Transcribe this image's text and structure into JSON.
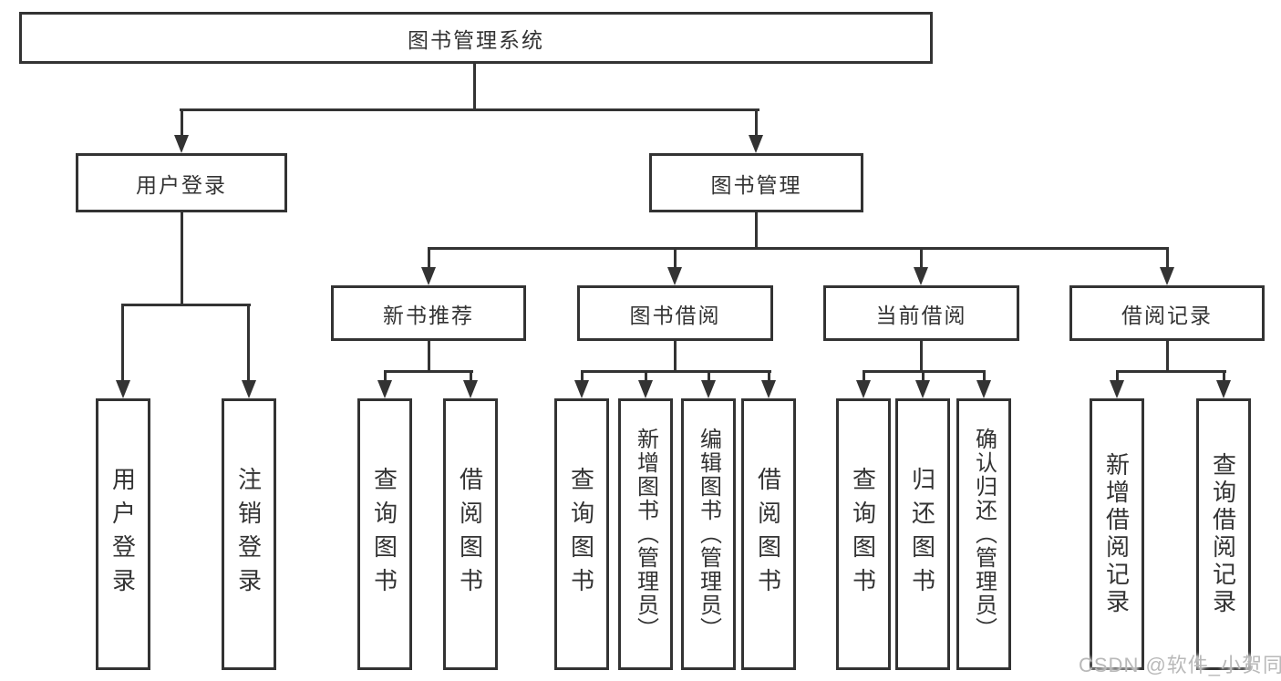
{
  "diagram": {
    "root": "图书管理系统",
    "branches": [
      {
        "label": "用户登录",
        "children": [
          "用户登录",
          "注销登录"
        ]
      },
      {
        "label": "图书管理",
        "sections": [
          {
            "label": "新书推荐",
            "children": [
              "查询图书",
              "借阅图书"
            ]
          },
          {
            "label": "图书借阅",
            "children": [
              "查询图书",
              "新增图书（管理员）",
              "编辑图书（管理员）",
              "借阅图书"
            ]
          },
          {
            "label": "当前借阅",
            "children": [
              "查询图书",
              "归还图书",
              "确认归还（管理员）"
            ]
          },
          {
            "label": "借阅记录",
            "children": [
              "新增借阅记录",
              "查询借阅记录"
            ]
          }
        ]
      }
    ]
  },
  "watermark": "CSDN @软件_小贺同学",
  "colors": {
    "line": "#333333",
    "text": "#333333",
    "box_fill": "#ffffff",
    "background": "#ffffff",
    "watermark": "#b9b9b9"
  }
}
